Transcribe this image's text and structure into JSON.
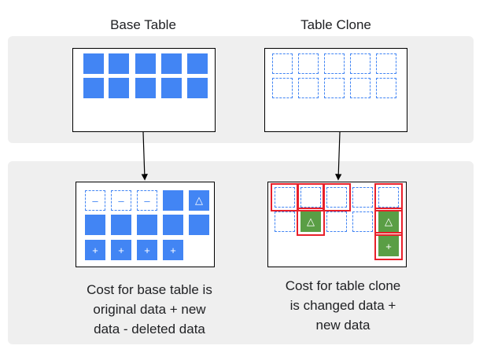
{
  "headings": {
    "base": "Base Table",
    "clone": "Table Clone"
  },
  "symbols": {
    "deleted": "–",
    "changed": "△",
    "added": "+"
  },
  "captions": {
    "base": "Cost for base table is\noriginal data + new\ndata - deleted data",
    "clone": "Cost for table clone\nis changed data +\nnew data"
  },
  "colors": {
    "blue": "#4285f4",
    "green": "#5a9e45",
    "highlight": "#e8202a",
    "band": "#efefef"
  }
}
